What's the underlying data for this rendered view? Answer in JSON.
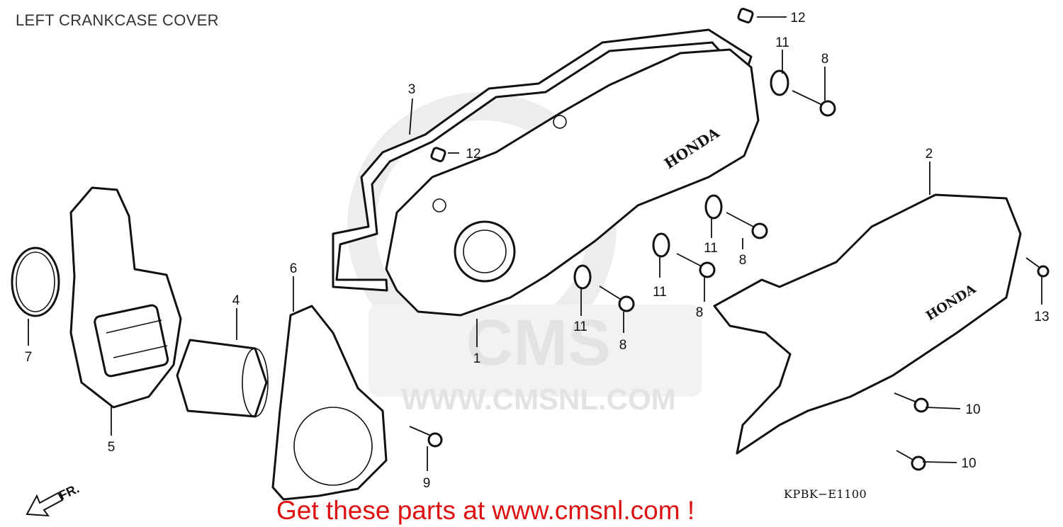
{
  "title": "LEFT CRANKCASE COVER",
  "drawing_code": "KPBK−E1100",
  "cta": "Get these parts at www.cmsnl.com !",
  "watermark": {
    "logo": "CMS",
    "url": "WWW.CMSNL.COM"
  },
  "brand_mark": "HONDA",
  "direction_mark": "FR.",
  "callouts": [
    "12",
    "11",
    "8",
    "3",
    "12",
    "2",
    "6",
    "4",
    "11",
    "8",
    "11",
    "8",
    "11",
    "13",
    "7",
    "1",
    "8",
    "5",
    "10",
    "9",
    "10"
  ]
}
